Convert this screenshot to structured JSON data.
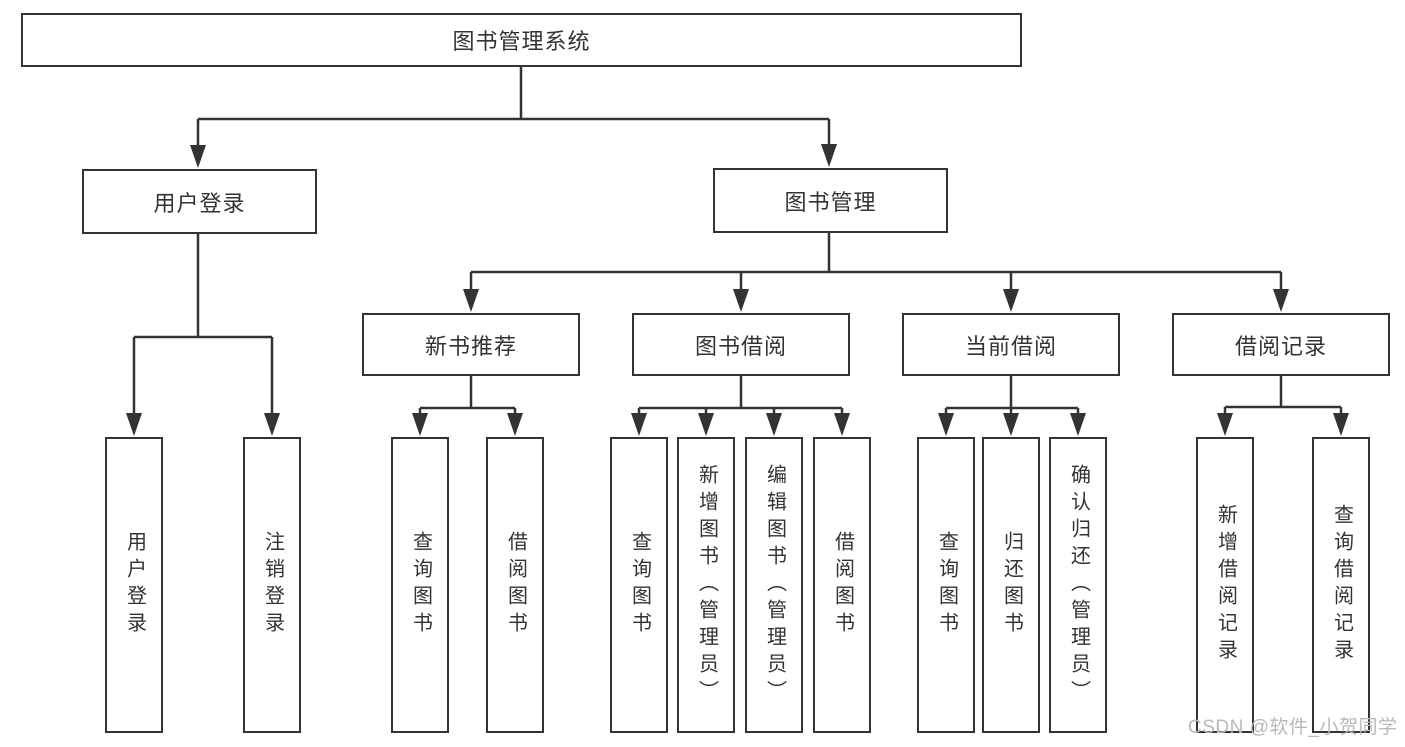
{
  "diagram": {
    "root": {
      "label": "图书管理系统"
    },
    "level2": [
      {
        "label": "用户登录"
      },
      {
        "label": "图书管理"
      }
    ],
    "level3": [
      {
        "label": "新书推荐"
      },
      {
        "label": "图书借阅"
      },
      {
        "label": "当前借阅"
      },
      {
        "label": "借阅记录"
      }
    ],
    "leaves": {
      "user_login": [
        "用户登录",
        "注销登录"
      ],
      "new_book_recommend": [
        "查询图书",
        "借阅图书"
      ],
      "book_borrow": [
        "查询图书",
        "新增图书（管理员）",
        "编辑图书（管理员）",
        "借阅图书"
      ],
      "current_borrow": [
        "查询图书",
        "归还图书",
        "确认归还（管理员）"
      ],
      "borrow_records": [
        "新增借阅记录",
        "查询借阅记录"
      ]
    }
  },
  "watermark": "CSDN @软件_小贺同学",
  "colors": {
    "line": "#333333",
    "text": "#333333",
    "watermark": "#b9b9b9",
    "box_background": "#ffffff",
    "page_background": "#ffffff"
  }
}
